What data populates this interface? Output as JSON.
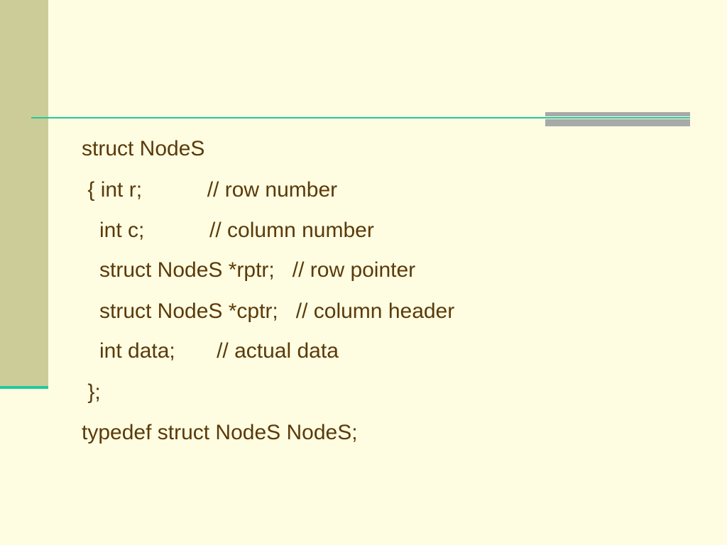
{
  "slide": {
    "code_lines": [
      "struct NodeS",
      " { int r;           // row number",
      "   int c;           // column number",
      "   struct NodeS *rptr;   // row pointer",
      "   struct NodeS *cptr;   // column header",
      "   int data;       // actual data",
      " };",
      "typedef struct NodeS NodeS;"
    ]
  },
  "colors": {
    "background": "#FFFDE1",
    "left_bar": "#CCCC99",
    "accent_line": "#1FC99E",
    "gray_bar": "#A9A9A9",
    "text": "#5A3A0A"
  }
}
